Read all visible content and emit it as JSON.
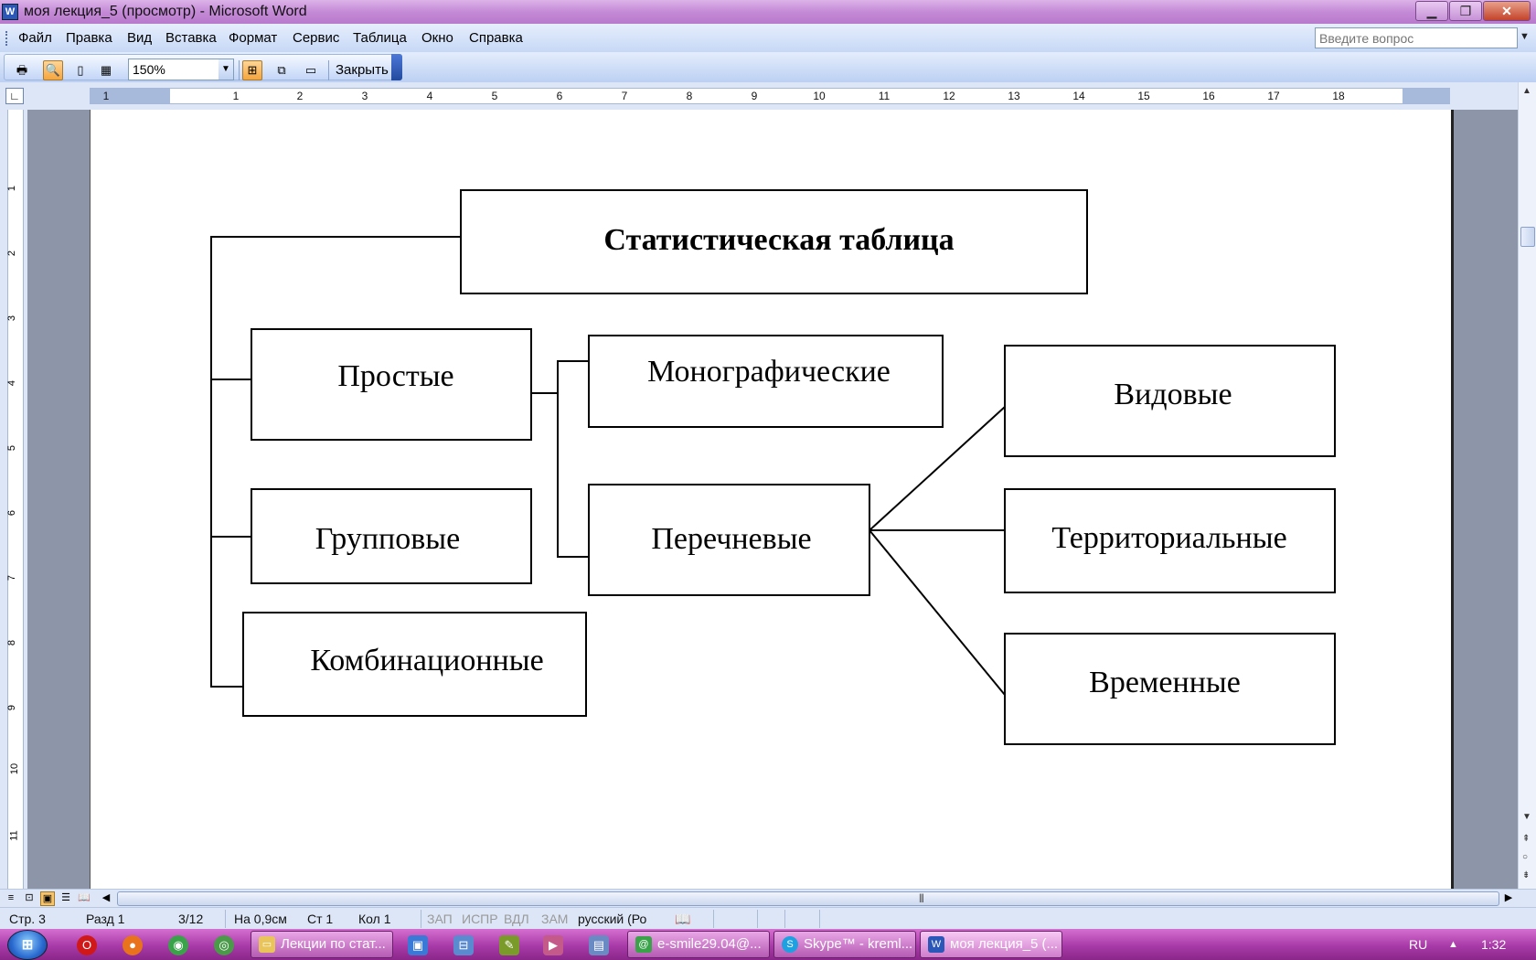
{
  "window": {
    "title": "моя лекция_5 (просмотр) - Microsoft Word",
    "controls": {
      "minimize": "▁",
      "restore": "❐",
      "close": "✕"
    }
  },
  "menu": {
    "items": [
      "Файл",
      "Правка",
      "Вид",
      "Вставка",
      "Формат",
      "Сервис",
      "Таблица",
      "Окно",
      "Справка"
    ],
    "help_placeholder": "Введите вопрос"
  },
  "toolbar": {
    "zoom": "150%",
    "close_label": "Закрыть"
  },
  "ruler": {
    "h_numbers": [
      "1",
      "1",
      "2",
      "3",
      "4",
      "5",
      "6",
      "7",
      "8",
      "9",
      "10",
      "11",
      "12",
      "13",
      "14",
      "15",
      "16",
      "17",
      "18"
    ],
    "v_numbers": [
      "1",
      "2",
      "3",
      "4",
      "5",
      "6",
      "7",
      "8",
      "9",
      "10",
      "11"
    ]
  },
  "diagram": {
    "root": "Статистическая таблица",
    "level1": [
      "Простые",
      "Групповые",
      "Комбинационные"
    ],
    "level2": [
      "Монографические",
      "Перечневые"
    ],
    "level3": [
      "Видовые",
      "Территориальные",
      "Временные"
    ]
  },
  "status": {
    "page": "Стр. 3",
    "section": "Разд 1",
    "pages": "3/12",
    "position": "На 0,9см",
    "line": "Ст 1",
    "column": "Кол 1",
    "rec": "ЗАП",
    "trk": "ИСПР",
    "ext": "ВДЛ",
    "ovr": "ЗАМ",
    "language": "русский (Ро"
  },
  "taskbar": {
    "buttons": [
      "Лекции по стат...",
      "e-smile29.04@...",
      "Skype™ - kreml...",
      "моя лекция_5 (..."
    ],
    "lang": "RU",
    "clock": "1:32"
  },
  "colors": {
    "title_bar": "#c48ad6",
    "menu_bg": "#d5e2f9",
    "workspace": "#8d96a8",
    "taskbar": "#a83aa7"
  }
}
